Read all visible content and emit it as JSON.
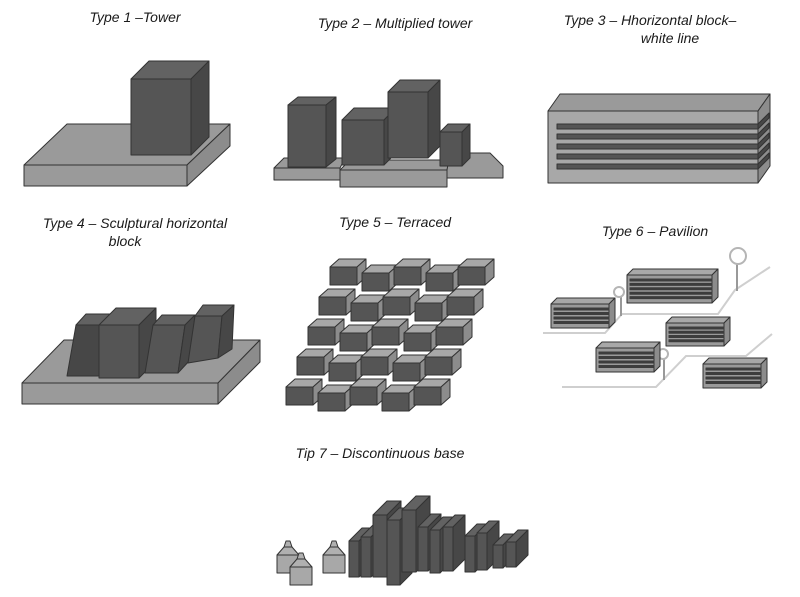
{
  "title": "Building typologies",
  "colors": {
    "dark": "#555555",
    "dark_side": "#474747",
    "dark_top": "#626262",
    "base": "#9a9a9a",
    "base_side": "#8c8c8c",
    "light": "#a8a8a8",
    "stroke": "#333333",
    "path": "#cfcfcf"
  },
  "figures": [
    {
      "id": "type1",
      "caption": "Type 1 –Tower"
    },
    {
      "id": "type2",
      "caption": "Type 2 – Multiplied tower"
    },
    {
      "id": "type3",
      "caption_line1": "Type 3 – Hhorizontal block–",
      "caption_line2": "white line"
    },
    {
      "id": "type4",
      "caption_line1": "Type 4 – Sculptural horizontal",
      "caption_line2": "block"
    },
    {
      "id": "type5",
      "caption": "Type 5 – Terraced"
    },
    {
      "id": "type6",
      "caption": "Type 6 – Pavilion"
    },
    {
      "id": "type7",
      "caption": "Tip 7 – Discontinuous base"
    }
  ]
}
